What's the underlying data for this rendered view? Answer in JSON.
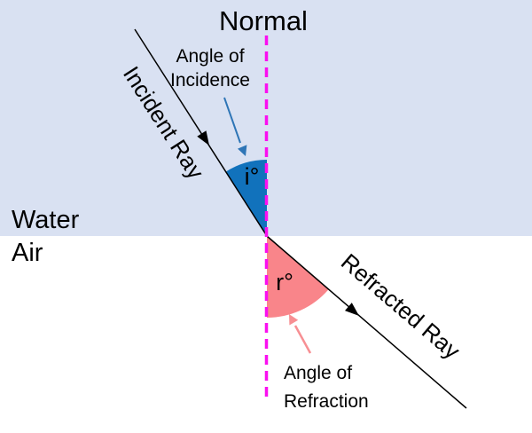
{
  "diagram": {
    "normal_label": "Normal",
    "water_label": "Water",
    "air_label": "Air",
    "incident_ray_label": "Incident Ray",
    "refracted_ray_label": "Refracted Ray",
    "angle_of_incidence": {
      "caption_line1": "Angle of",
      "caption_line2": "Incidence",
      "symbol": "i°"
    },
    "angle_of_refraction": {
      "caption_line1": "Angle of",
      "caption_line2": "Refraction",
      "symbol": "r°"
    }
  },
  "colors": {
    "water_fill": "#D9E1F2",
    "air_fill": "#FFFFFF",
    "normal_magenta": "#FA0FF0",
    "incidence_sector_blue": "#1172BC",
    "refraction_sector_red": "#F9858A",
    "incidence_arrow_blue": "#2E75B6",
    "refraction_arrow_pink": "#F78F93",
    "ray_black": "#000000"
  }
}
